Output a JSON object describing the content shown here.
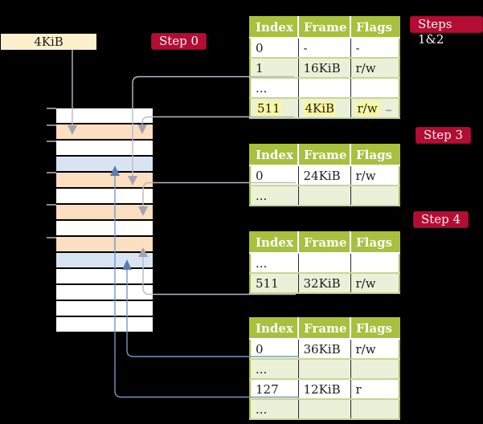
{
  "source_box": {
    "label": "4KiB"
  },
  "badges": [
    {
      "label": "Step 0"
    },
    {
      "label": "Steps 1&2"
    },
    {
      "label": "Step 3"
    },
    {
      "label": "Step 4"
    }
  ],
  "memory": {
    "rows": [
      "white",
      "peach",
      "white",
      "blue",
      "peach",
      "white",
      "peach",
      "white",
      "peach",
      "blue",
      "white",
      "white",
      "white",
      "white"
    ]
  },
  "columns": [
    "Index",
    "Frame",
    "Flags"
  ],
  "tables": [
    {
      "name": "level-4-table",
      "rows": [
        {
          "cells": [
            "0",
            "-",
            "-"
          ],
          "highlight": false
        },
        {
          "cells": [
            "1",
            "16KiB",
            "r/w"
          ],
          "highlight": false
        },
        {
          "cells": [
            "...",
            "",
            ""
          ],
          "highlight": false
        },
        {
          "cells": [
            "511",
            "4KiB",
            "r/w"
          ],
          "highlight": true
        }
      ]
    },
    {
      "name": "level-3-table",
      "rows": [
        {
          "cells": [
            "0",
            "24KiB",
            "r/w"
          ],
          "highlight": false
        },
        {
          "cells": [
            "...",
            "",
            ""
          ],
          "highlight": false
        }
      ]
    },
    {
      "name": "level-2-table",
      "rows": [
        {
          "cells": [
            "...",
            "",
            ""
          ],
          "highlight": false
        },
        {
          "cells": [
            "511",
            "32KiB",
            "r/w"
          ],
          "highlight": false
        }
      ]
    },
    {
      "name": "level-1-table",
      "rows": [
        {
          "cells": [
            "0",
            "36KiB",
            "r/w"
          ],
          "highlight": false
        },
        {
          "cells": [
            "...",
            "",
            ""
          ],
          "highlight": false
        },
        {
          "cells": [
            "127",
            "12KiB",
            "r"
          ],
          "highlight": false
        },
        {
          "cells": [
            "...",
            "",
            ""
          ],
          "highlight": false
        }
      ]
    }
  ],
  "colors": {
    "background": "#000000",
    "badge_red": "#b30d33",
    "table_header_green": "#a7c13e",
    "table_stripe_green": "#ebf1d8",
    "highlight_yellow": "#fcf6a0",
    "memory_peach": "#fcdfc0",
    "memory_blue": "#d9e4f3",
    "source_box_cream": "#fdf1cd",
    "arrow_gray": "#b9b9c0",
    "arrow_blue": "#7595c2"
  }
}
